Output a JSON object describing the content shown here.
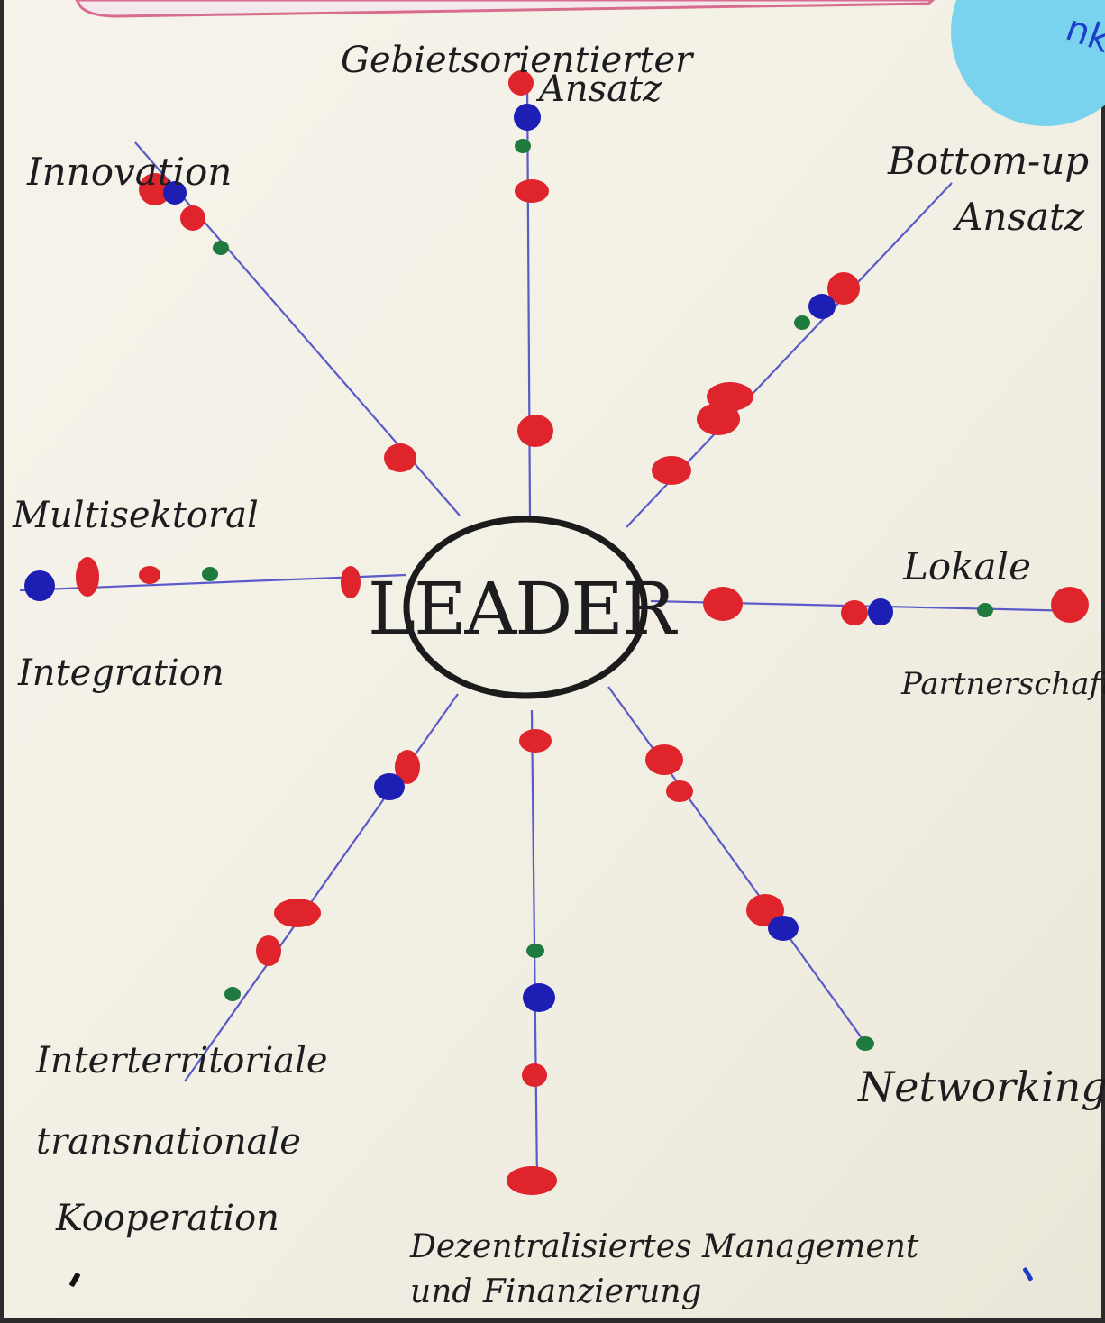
{
  "center_label": "LEADER",
  "spokes": [
    {
      "id": "top",
      "label_lines": [
        "Gebietsorientierter",
        "Ansatz"
      ]
    },
    {
      "id": "top-right",
      "label_lines": [
        "Bottom-up",
        "Ansatz"
      ]
    },
    {
      "id": "right",
      "label_lines": [
        "Lokale",
        "Partnerschaft"
      ]
    },
    {
      "id": "bottom-right",
      "label_lines": [
        "Networking"
      ]
    },
    {
      "id": "bottom",
      "label_lines": [
        "Dezentralisiertes Management",
        "und Finanzierung"
      ]
    },
    {
      "id": "bottom-left",
      "label_lines": [
        "Interterritoriale",
        "transnationale",
        "Kooperation"
      ]
    },
    {
      "id": "left",
      "label_lines": [
        "Multisektoral",
        "Integration"
      ]
    },
    {
      "id": "top-left",
      "label_lines": [
        "Innovation"
      ]
    }
  ],
  "dot_colors": {
    "red": "#e0242c",
    "blue": "#1d1eb4",
    "green": "#1f7a3e"
  },
  "line_color": "#5a5ac8",
  "paper_color": "#f4f1e6"
}
